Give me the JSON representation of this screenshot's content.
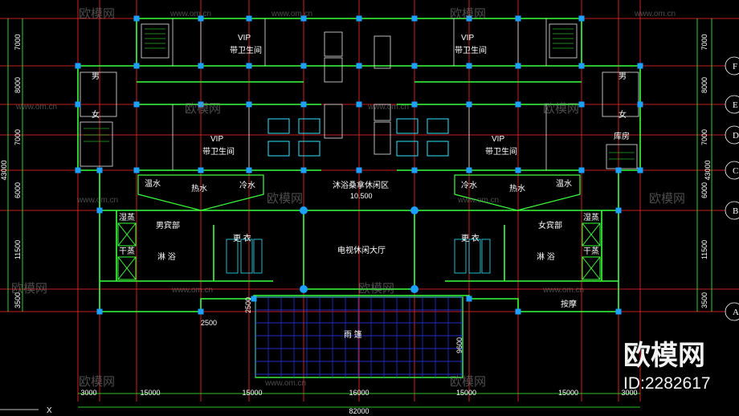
{
  "drawing": {
    "rooms": {
      "vip_1": "VIP",
      "vip_1_sub": "带卫生间",
      "vip_2": "VIP",
      "vip_2_sub": "带卫生间",
      "vip_3": "VIP",
      "vip_3_sub": "带卫生间",
      "vip_4": "VIP",
      "vip_4_sub": "带卫生间",
      "male_wc": "男",
      "female_wc_l": "女",
      "male_wc_r": "男",
      "female_wc_r": "女",
      "storage": "库房",
      "warm_pool_l": "温水",
      "hot_pool_l": "热水",
      "cold_pool_l": "冷水",
      "cold_pool_r": "冷水",
      "hot_pool_r": "热水",
      "warm_pool_r": "温水",
      "lounge_area": "沐浴桑拿休闲区",
      "elevation": "10.500",
      "men_zone": "男宾部",
      "women_zone": "女宾部",
      "wet_sauna_l": "湿蒸",
      "dry_sauna_l": "干蒸",
      "wet_sauna_r": "湿蒸",
      "dry_sauna_r": "干蒸",
      "shower_l": "淋  浴",
      "shower_r": "淋  浴",
      "locker_l": "更 衣",
      "locker_r": "更 衣",
      "tv_hall": "电视休闲大厅",
      "canopy": "雨  篷",
      "massage": "按摩"
    },
    "dims_left": [
      "7000",
      "8000",
      "7000",
      "6000",
      "11500",
      "3500"
    ],
    "dims_right": [
      "7000",
      "8000",
      "7000",
      "6000",
      "11500",
      "3500"
    ],
    "total_left": "43000",
    "total_right": "43000",
    "dims_bottom": [
      "3000",
      "15000",
      "15000",
      "16000",
      "15000",
      "15000",
      "3000"
    ],
    "total_bottom": "82000",
    "dim_2500_h": "2500",
    "dim_2500_v": "2500",
    "dim_9600": "9600",
    "axis_letters": [
      "F",
      "E",
      "D",
      "C",
      "B",
      "A"
    ],
    "axis_x_label": "X"
  },
  "watermarks": {
    "site": "www.om.cn",
    "cn": "欧模网",
    "brand": "欧模网",
    "id": "ID:2282617"
  },
  "colors": {
    "wall": "#3cff3c",
    "grid": "#ff2a2a",
    "column": "#1ea0ff",
    "text": "#ffffff",
    "canopy": "#2a3cff"
  }
}
